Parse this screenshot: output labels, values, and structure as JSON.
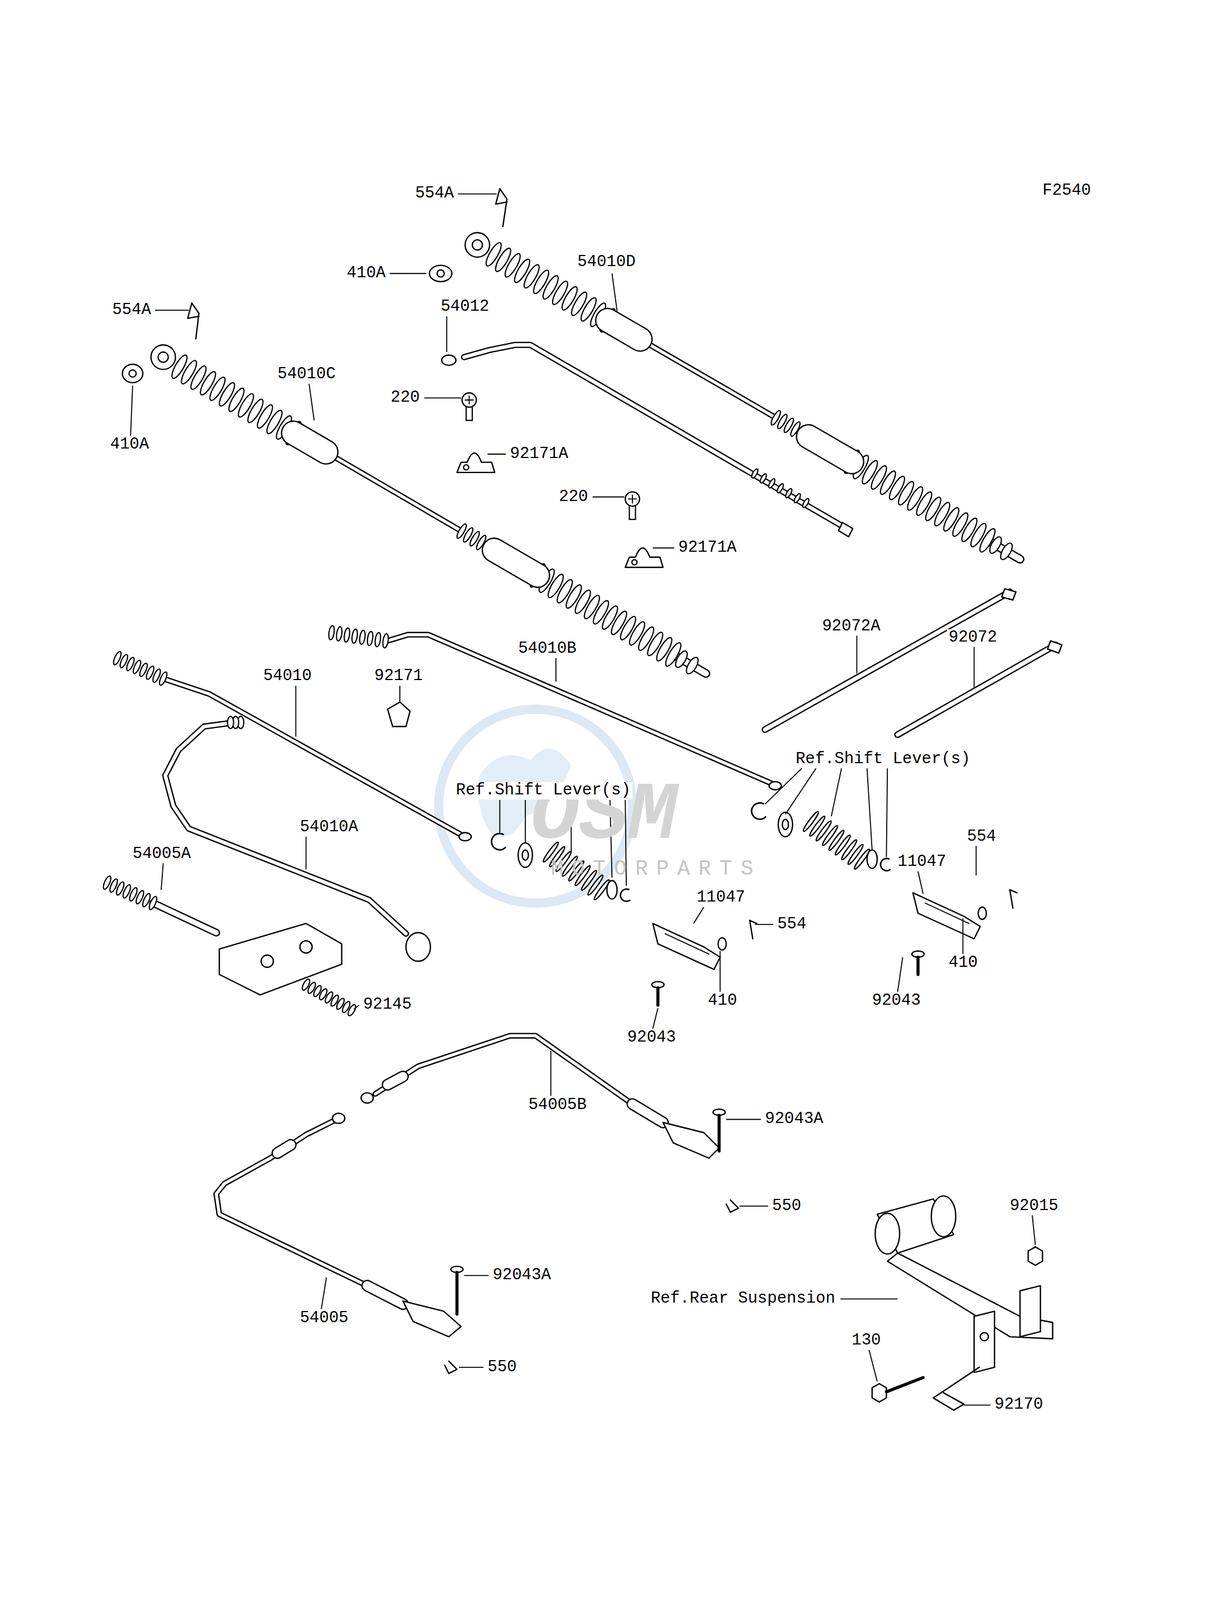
{
  "diagram": {
    "labels": [
      "554A",
      "F2540",
      "410A",
      "54010D",
      "554A",
      "54012",
      "54010C",
      "220",
      "410A",
      "92171A",
      "220",
      "92171A",
      "92072A",
      "92072",
      "54010B",
      "54010",
      "92171",
      "Ref.Shift Lever(s)",
      "Ref.Shift Lever(s)",
      "OSM",
      "54010A",
      "554",
      "54005A",
      "11047",
      "MOTORPARTS",
      "11047",
      "554",
      "410",
      "410",
      "92043",
      "92145",
      "92043",
      "54005B",
      "92043A",
      "550",
      "92015",
      "92043A",
      "Ref.Rear Suspension",
      "54005",
      "130",
      "550",
      "92170"
    ]
  }
}
